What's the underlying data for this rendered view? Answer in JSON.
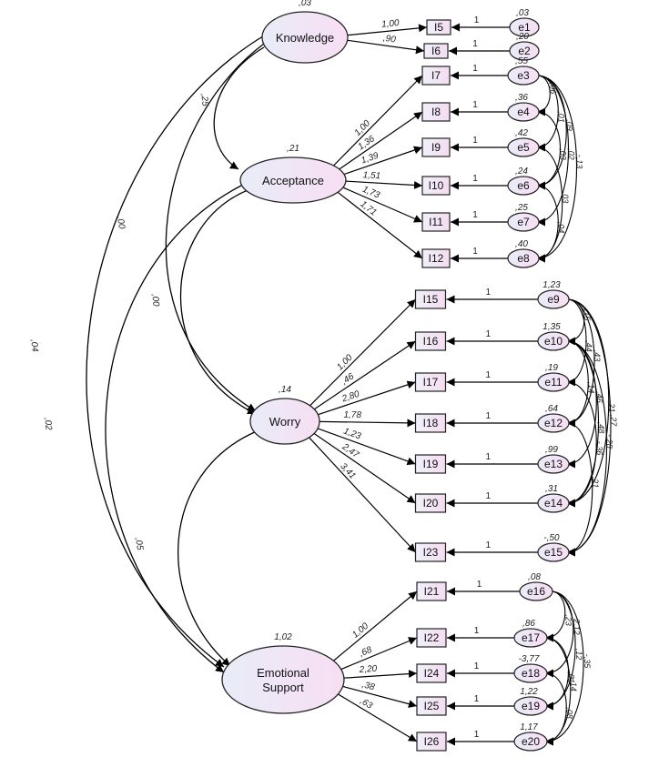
{
  "latents": [
    {
      "id": "know",
      "lines": [
        "Knowledge"
      ],
      "variance": ",03"
    },
    {
      "id": "acc",
      "lines": [
        "Acceptance"
      ],
      "variance": ",21"
    },
    {
      "id": "wor",
      "lines": [
        "Worry"
      ],
      "variance": ",14"
    },
    {
      "id": "emo",
      "lines": [
        "Emotional",
        "Support"
      ],
      "variance": "1,02"
    }
  ],
  "indicators": [
    {
      "label": "I5",
      "latent": "know",
      "loading": "1,00",
      "error": "e1",
      "error_variance": ",03"
    },
    {
      "label": "I6",
      "latent": "know",
      "loading": ",90",
      "error": "e2",
      "error_variance": ",20"
    },
    {
      "label": "I7",
      "latent": "acc",
      "loading": "1,00",
      "error": "e3",
      "error_variance": ",55"
    },
    {
      "label": "I8",
      "latent": "acc",
      "loading": "1,36",
      "error": "e4",
      "error_variance": ",36"
    },
    {
      "label": "I9",
      "latent": "acc",
      "loading": "1,39",
      "error": "e5",
      "error_variance": ",42"
    },
    {
      "label": "I10",
      "latent": "acc",
      "loading": "1,51",
      "error": "e6",
      "error_variance": ",24"
    },
    {
      "label": "I11",
      "latent": "acc",
      "loading": "1,73",
      "error": "e7",
      "error_variance": ",25"
    },
    {
      "label": "I12",
      "latent": "acc",
      "loading": "1,71",
      "error": "e8",
      "error_variance": ",40"
    },
    {
      "label": "I15",
      "latent": "wor",
      "loading": "1,00",
      "error": "e9",
      "error_variance": "1,23"
    },
    {
      "label": "I16",
      "latent": "wor",
      "loading": ",46",
      "error": "e10",
      "error_variance": "1,35"
    },
    {
      "label": "I17",
      "latent": "wor",
      "loading": "2,80",
      "error": "e11",
      "error_variance": ",19"
    },
    {
      "label": "I18",
      "latent": "wor",
      "loading": "1,78",
      "error": "e12",
      "error_variance": ",64"
    },
    {
      "label": "I19",
      "latent": "wor",
      "loading": "1,23",
      "error": "e13",
      "error_variance": ",99"
    },
    {
      "label": "I20",
      "latent": "wor",
      "loading": "2,47",
      "error": "e14",
      "error_variance": ",31"
    },
    {
      "label": "I23",
      "latent": "wor",
      "loading": "3,41",
      "error": "e15",
      "error_variance": "-,50"
    },
    {
      "label": "I21",
      "latent": "emo",
      "loading": "1,00",
      "error": "e16",
      "error_variance": ",08"
    },
    {
      "label": "I22",
      "latent": "emo",
      "loading": ",68",
      "error": "e17",
      "error_variance": ",86"
    },
    {
      "label": "I24",
      "latent": "emo",
      "loading": "2,20",
      "error": "e18",
      "error_variance": "-3,77"
    },
    {
      "label": "I25",
      "latent": "emo",
      "loading": ",38",
      "error": "e19",
      "error_variance": "1,22"
    },
    {
      "label": "I26",
      "latent": "emo",
      "loading": ",63",
      "error": "e20",
      "error_variance": "1,17"
    }
  ],
  "error_path_label": "1",
  "latent_covariances": [
    {
      "from": "know",
      "to": "acc",
      "value": ",25"
    },
    {
      "from": "know",
      "to": "wor",
      "value": ",00"
    },
    {
      "from": "know",
      "to": "emo",
      "value": ",04"
    },
    {
      "from": "acc",
      "to": "wor",
      "value": ",00"
    },
    {
      "from": "acc",
      "to": "emo",
      "value": ",02"
    },
    {
      "from": "wor",
      "to": "emo",
      "value": ",05"
    }
  ],
  "error_covariances": [
    {
      "from": "e3",
      "to": "e4",
      "value": ",06"
    },
    {
      "from": "e3",
      "to": "e5",
      "value": ",01"
    },
    {
      "from": "e3",
      "to": "e6",
      "value": ",09"
    },
    {
      "from": "e3",
      "to": "e7",
      "value": ",02"
    },
    {
      "from": "e3",
      "to": "e8",
      "value": "-,13"
    },
    {
      "from": "e4",
      "to": "e6",
      "value": ",03"
    },
    {
      "from": "e5",
      "to": "e8",
      "value": ",03"
    },
    {
      "from": "e6",
      "to": "e8",
      "value": ",04"
    },
    {
      "from": "e9",
      "to": "e10",
      "value": ",15"
    },
    {
      "from": "e9",
      "to": "e11",
      "value": ",44"
    },
    {
      "from": "e9",
      "to": "e12",
      "value": ",43"
    },
    {
      "from": "e9",
      "to": "e14",
      "value": ",21"
    },
    {
      "from": "e9",
      "to": "e15",
      "value": ",27"
    },
    {
      "from": "e10",
      "to": "e12",
      "value": ",14"
    },
    {
      "from": "e10",
      "to": "e13",
      "value": ",46"
    },
    {
      "from": "e10",
      "to": "e14",
      "value": ",48"
    },
    {
      "from": "e10",
      "to": "e15",
      "value": "-,28"
    },
    {
      "from": "e11",
      "to": "e14",
      "value": "-,36"
    },
    {
      "from": "e12",
      "to": "e15",
      "value": ",21"
    },
    {
      "from": "e16",
      "to": "e17",
      "value": ",23"
    },
    {
      "from": "e16",
      "to": "e18",
      "value": "2,12"
    },
    {
      "from": "e16",
      "to": "e19",
      "value": ",12"
    },
    {
      "from": "e16",
      "to": "e20",
      "value": "-,35"
    },
    {
      "from": "e17",
      "to": "e19",
      "value": ",01"
    },
    {
      "from": "e17",
      "to": "e20",
      "value": "-,14"
    },
    {
      "from": "e18",
      "to": "e20",
      "value": ",08"
    }
  ]
}
